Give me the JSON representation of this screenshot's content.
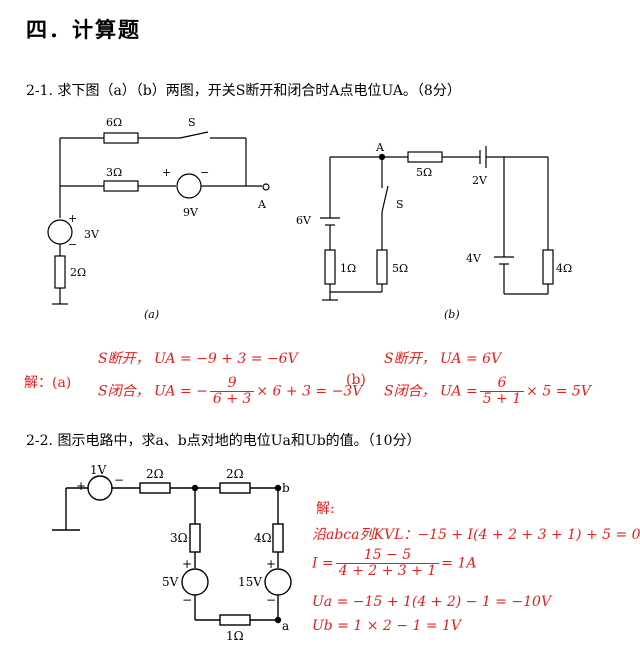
{
  "section_title": "四．计算题",
  "q1": {
    "text": "2-1. 求下图（a）（b）两图，开关S断开和闭合时A点电位UA。（8分）",
    "fig_a": {
      "caption": "(a)",
      "r1": "6Ω",
      "r2": "3Ω",
      "r3": "2Ω",
      "sw": "S",
      "v1": "9V",
      "v2": "3V",
      "plus": "+",
      "minus": "−",
      "node": "A"
    },
    "fig_b": {
      "caption": "(b)",
      "node": "A",
      "r1": "5Ω",
      "r2": "1Ω",
      "r3": "5Ω",
      "r4": "4Ω",
      "sw": "S",
      "v1": "2V",
      "v2": "6V",
      "v3": "4V"
    },
    "sol_label_a": "解：(a)",
    "sol_a_open": "S断开，  UA = −9 + 3 = −6V",
    "sol_a_closed_pre": "S闭合，  UA = −",
    "sol_a_num": "9",
    "sol_a_den": "6 + 3",
    "sol_a_closed_post": "× 6 + 3 = −3V",
    "sol_label_b": "(b)",
    "sol_b_open": "S断开，  UA = 6V",
    "sol_b_closed_pre": "S闭合，  UA =",
    "sol_b_num": "6",
    "sol_b_den": "5 + 1",
    "sol_b_closed_post": "× 5 = 5V"
  },
  "q2": {
    "text": "2-2. 图示电路中，求a、b点对地的电位Ua和Ub的值。（10分）",
    "fig": {
      "v1": "1V",
      "r1": "2Ω",
      "r2": "2Ω",
      "r3": "3Ω",
      "r4": "4Ω",
      "r5": "1Ω",
      "v2": "5V",
      "v3": "15V",
      "a": "a",
      "b": "b",
      "plus": "+",
      "minus": "−"
    },
    "sol_label": "解:",
    "kvl": "沿abca列KVL：−15 + I(4 + 2 + 3 + 1) + 5 = 0",
    "i_pre": "I =",
    "i_num": "15 − 5",
    "i_den": "4 + 2 + 3 + 1",
    "i_post": "= 1A",
    "ua": "Ua = −15 + 1(4 + 2) − 1 = −10V",
    "ub": "Ub = 1 × 2 − 1 = 1V"
  }
}
